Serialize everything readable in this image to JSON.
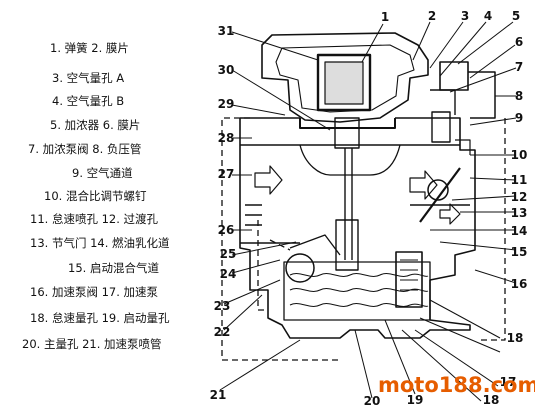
{
  "legend": [
    "1. 弹簧  2. 膜片",
    "3. 空气量孔 A",
    "4. 空气量孔 B",
    "5. 加浓器  6. 膜片",
    "7. 加浓泵阀  8. 负压管",
    "9. 空气通道",
    "10. 混合比调节螺钉",
    "11. 怠速喷孔  12. 过渡孔",
    "13. 节气门  14. 燃油乳化道",
    "15. 启动混合气道",
    "16. 加速泵阀  17. 加速泵",
    "18. 怠速量孔  19. 启动量孔",
    "20. 主量孔  21. 加速泵喷管"
  ],
  "callouts": [
    "1",
    "2",
    "3",
    "4",
    "5",
    "6",
    "7",
    "8",
    "9",
    "10",
    "11",
    "12",
    "13",
    "14",
    "15",
    "16",
    "18",
    "17",
    "18",
    "19",
    "20",
    "21",
    "22",
    "23",
    "24",
    "25",
    "26",
    "27",
    "28",
    "29",
    "30",
    "31"
  ],
  "watermark": "moto188.com",
  "colors": {
    "ink": "#111111",
    "watermark": "#e65d00",
    "background": "#ffffff"
  }
}
